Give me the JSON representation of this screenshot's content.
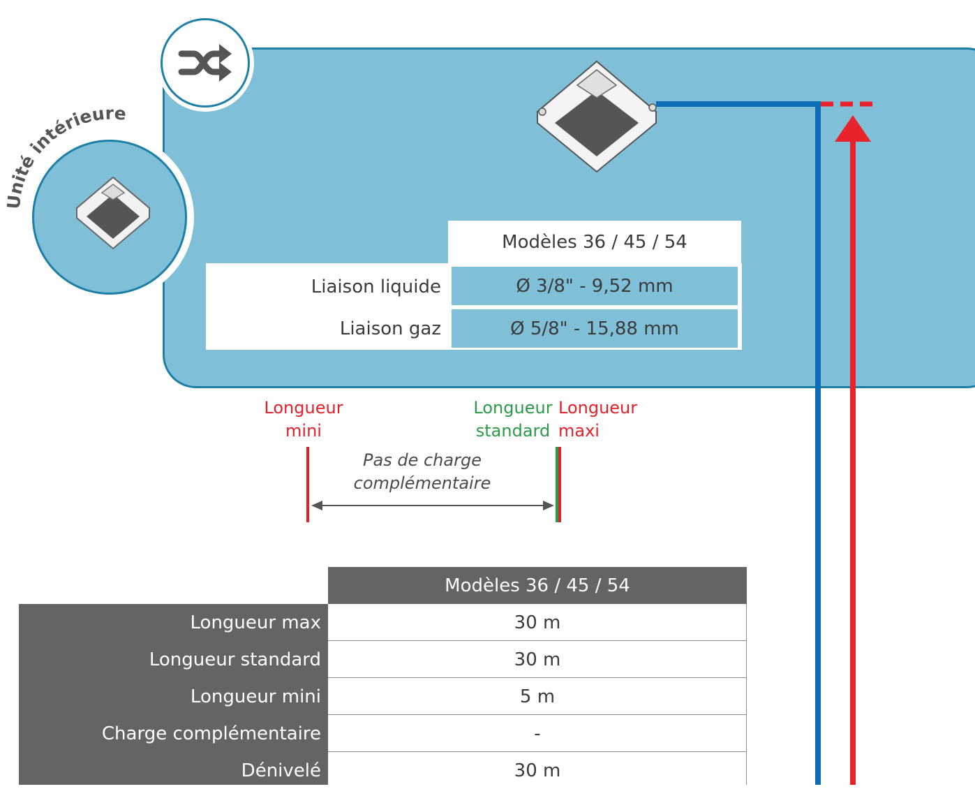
{
  "zone": {
    "title": "Unité intérieure",
    "colors": {
      "fill": "#7fc0d8",
      "border": "#1e7fa6"
    },
    "badge_icon": "shuffle-icon"
  },
  "connection_table": {
    "header": "Modèles 36 / 45 / 54",
    "rows": [
      {
        "label": "Liaison liquide",
        "value": "Ø 3/8\" - 9,52 mm"
      },
      {
        "label": "Liaison gaz",
        "value": "Ø 5/8\" - 15,88 mm"
      }
    ]
  },
  "length_markers": {
    "mini": {
      "line1": "Longueur",
      "line2": "mini",
      "color": "#e5202a"
    },
    "standard": {
      "line1": "Longueur",
      "line2": "standard",
      "color": "#2a9b48"
    },
    "maxi": {
      "line1": "Longueur",
      "line2": "maxi",
      "color": "#e5202a"
    },
    "step_line1": "Pas de charge",
    "step_line2": "complémentaire"
  },
  "pipes": {
    "liquid_color": "#0f6db5",
    "gas_color": "#e8232b"
  },
  "specs_table": {
    "header": "Modèles 36 / 45 / 54",
    "rows": [
      {
        "label": "Longueur max",
        "value": "30 m"
      },
      {
        "label": "Longueur standard",
        "value": "30 m"
      },
      {
        "label": "Longueur mini",
        "value": "5 m"
      },
      {
        "label": "Charge complémentaire",
        "value": "-"
      },
      {
        "label": "Dénivelé",
        "value": "30 m"
      }
    ]
  }
}
